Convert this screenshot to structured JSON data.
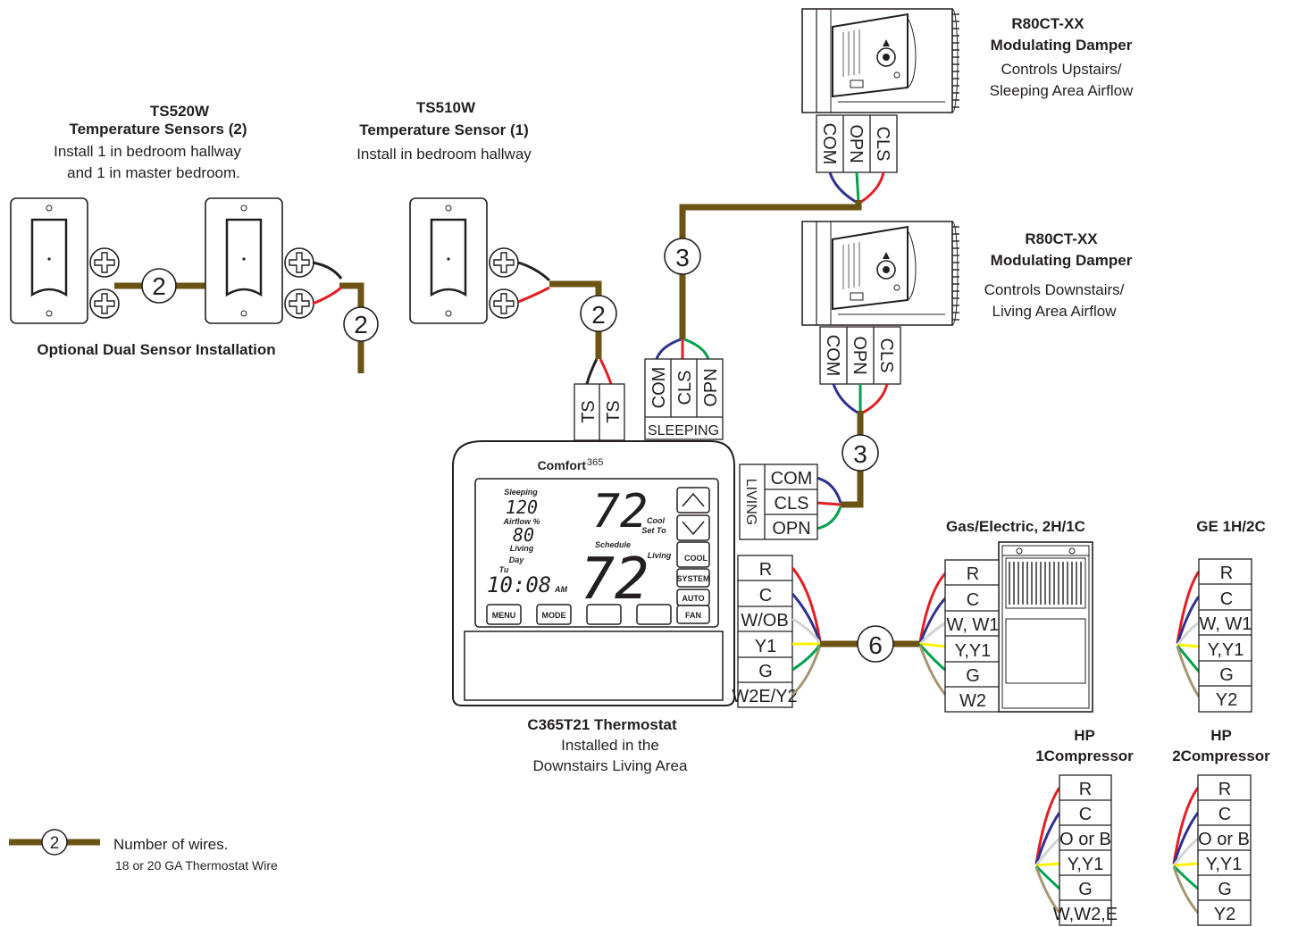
{
  "sensors": {
    "ts520w": {
      "model": "TS520W",
      "title": "Temperature Sensors (2)",
      "line1": "Install 1 in bedroom hallway",
      "line2": "and 1 in master bedroom."
    },
    "ts510w": {
      "model": "TS510W",
      "title": "Temperature Sensor (1)",
      "line1": "Install in bedroom hallway"
    },
    "dual_caption": "Optional Dual Sensor Installation"
  },
  "dampers": {
    "upstairs": {
      "model": "R80CT-XX",
      "title": "Modulating Damper",
      "line1": "Controls Upstairs/",
      "line2": "Sleeping Area Airflow",
      "terminals": [
        "COM",
        "OPN",
        "CLS"
      ]
    },
    "downstairs": {
      "model": "R80CT-XX",
      "title": "Modulating Damper",
      "line1": "Controls Downstairs/",
      "line2": "Living Area Airflow",
      "terminals": [
        "COM",
        "OPN",
        "CLS"
      ]
    }
  },
  "wire_counts": {
    "dual_link": "2",
    "dual_out": "2",
    "ts510w": "2",
    "sleeping": "3",
    "living": "3",
    "equipment": "6",
    "legend": "2"
  },
  "thermostat": {
    "brand": "Comfort",
    "brand_sup": "365",
    "model": "C365T21 Thermostat",
    "line1": "Installed in the",
    "line2": "Downstairs Living Area",
    "ts_terminals": [
      "TS",
      "TS"
    ],
    "sleeping_terminals": [
      "COM",
      "CLS",
      "OPN"
    ],
    "sleeping_label": "SLEEPING",
    "living_label": "LIVING",
    "living_terminals": [
      "COM",
      "CLS",
      "OPN"
    ],
    "equipment_terminals": [
      "R",
      "C",
      "W/OB",
      "Y1",
      "G",
      "W2E/Y2"
    ],
    "display": {
      "sleeping_label": "Sleeping",
      "sleeping_value": "120",
      "airflow_label": "Airflow %",
      "living_value": "80",
      "living_label": "Living",
      "day_label": "Day",
      "day_value": "Tu",
      "time": "10:08",
      "ampm": "AM",
      "setpoint": "72",
      "setpoint_label1": "Cool",
      "setpoint_label2": "Set To",
      "schedule_label": "Schedule",
      "temperature": "72",
      "temp_zone": "Living"
    },
    "buttons": {
      "menu": "MENU",
      "mode": "MODE",
      "cool": "COOL",
      "system": "SYSTEM",
      "auto": "AUTO",
      "fan": "FAN"
    }
  },
  "equipment": {
    "gas_electric": {
      "title": "Gas/Electric, 2H/1C",
      "terminals": [
        "R",
        "C",
        "W, W1",
        "Y,Y1",
        "G",
        "W2"
      ]
    },
    "ge_1h2c": {
      "title": "GE 1H/2C",
      "terminals": [
        "R",
        "C",
        "W, W1",
        "Y,Y1",
        "G",
        "Y2"
      ]
    },
    "hp_1comp": {
      "title1": "HP",
      "title2": "1Compressor",
      "terminals": [
        "R",
        "C",
        "O or B",
        "Y,Y1",
        "G",
        "W,W2,E"
      ]
    },
    "hp_2comp": {
      "title1": "HP",
      "title2": "2Compressor",
      "terminals": [
        "R",
        "C",
        "O or B",
        "Y,Y1",
        "G",
        "Y2"
      ]
    }
  },
  "legend": {
    "line1": "Number of wires.",
    "line2": "18 or 20 GA Thermostat Wire"
  },
  "colors": {
    "cable": "#6b5313",
    "red": "#e31e24",
    "blue": "#2e3192",
    "green": "#00a14b",
    "yellow": "#fff200",
    "white": "#d1d3d4",
    "tan": "#a89572",
    "black": "#231f20"
  }
}
